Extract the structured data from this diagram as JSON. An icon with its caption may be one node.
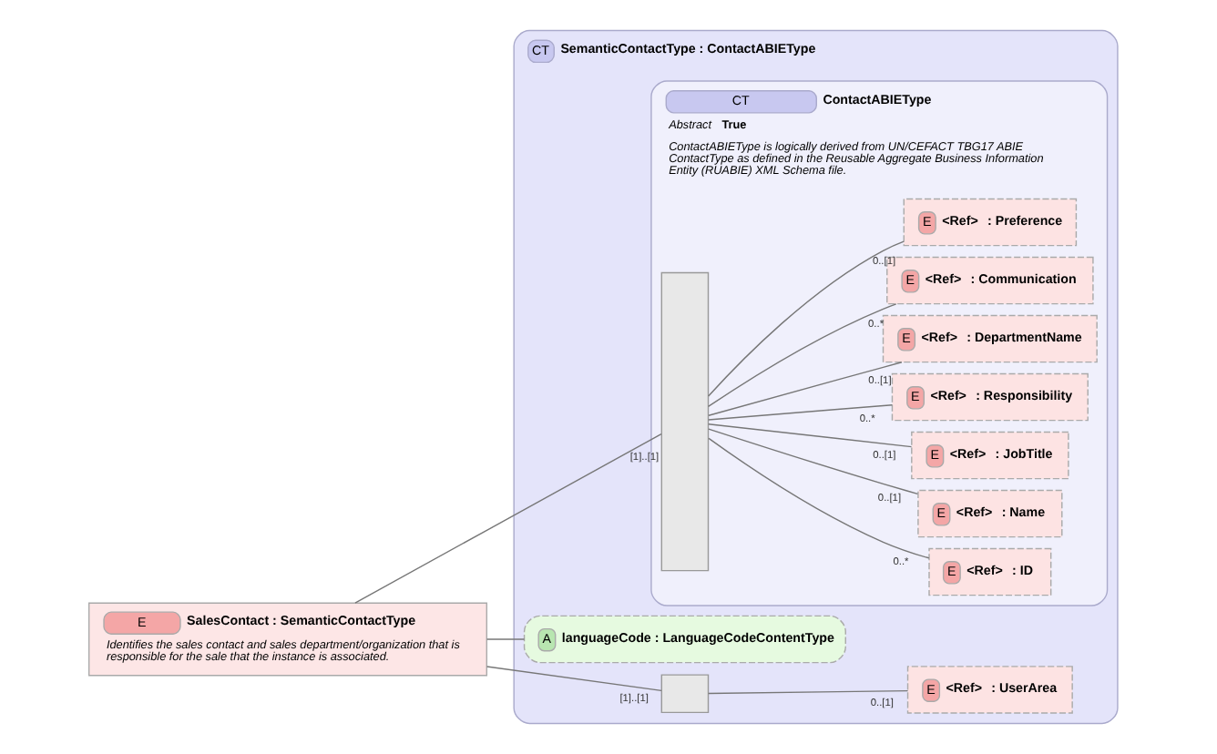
{
  "diagram": {
    "nodes": [
      {
        "text": [
          "E",
          "SalesContact : SemanticContactType",
          "Identifies the sales contact and sales department/organization that is responsible for the sale that the instance is associated."
        ]
      },
      {
        "text": [
          "CT",
          "SemanticContactType : ContactABIEType"
        ]
      },
      {
        "text": [
          "A",
          "languageCode : LanguageCodeContentType"
        ],
        "in": 1
      },
      {
        "text": [
          "CT",
          "ContactABIEType",
          "Abstract",
          "True",
          "ContactABIEType is logically derived from UN/CEFACT TBG17 ABIE ContactType as defined in the Reusable Aggregate Business Information Entity (RUABIE) XML Schema file."
        ],
        "in": 1
      },
      {
        "text": [],
        "shape": "bar",
        "in": 3
      },
      {
        "text": [
          "E",
          "<Ref>",
          ": ID"
        ],
        "in": 3
      },
      {
        "text": [
          "E",
          "<Ref>",
          ": Name"
        ],
        "in": 3
      },
      {
        "text": [
          "E",
          "<Ref>",
          ": JobTitle"
        ],
        "in": 3
      },
      {
        "text": [
          "E",
          "<Ref>",
          ": Responsibility"
        ],
        "in": 3
      },
      {
        "text": [
          "E",
          "<Ref>",
          ": DepartmentName"
        ],
        "in": 3
      },
      {
        "text": [
          "E",
          "<Ref>",
          ": Communication"
        ],
        "in": 3
      },
      {
        "text": [
          "E",
          "<Ref>",
          ": Preference"
        ],
        "in": 3
      },
      {
        "text": [],
        "shape": "box",
        "in": 1
      },
      {
        "text": [
          "E",
          "<Ref>",
          ": UserArea"
        ],
        "in": 1
      }
    ],
    "edges": [
      {
        "from": 0,
        "to": 2,
        "arrow": "none"
      },
      {
        "from": 0,
        "to": 4,
        "arrow": "none",
        "label": "[1]..[1]"
      },
      {
        "from": 0,
        "to": 12,
        "arrow": "none",
        "label": "[1]..[1]"
      },
      {
        "from": 4,
        "to": 5,
        "arrow": "none",
        "label": "0..*"
      },
      {
        "from": 4,
        "to": 6,
        "arrow": "none",
        "label": "0..[1]"
      },
      {
        "from": 4,
        "to": 7,
        "arrow": "none",
        "label": "0..[1]"
      },
      {
        "from": 4,
        "to": 8,
        "arrow": "none",
        "label": "0..*"
      },
      {
        "from": 4,
        "to": 9,
        "arrow": "none",
        "label": "0..[1]"
      },
      {
        "from": 4,
        "to": 10,
        "arrow": "none",
        "label": "0..*"
      },
      {
        "from": 4,
        "to": 11,
        "arrow": "none",
        "label": "0..[1]"
      },
      {
        "from": 12,
        "to": 13,
        "arrow": "none",
        "label": "0..[1]"
      }
    ]
  }
}
